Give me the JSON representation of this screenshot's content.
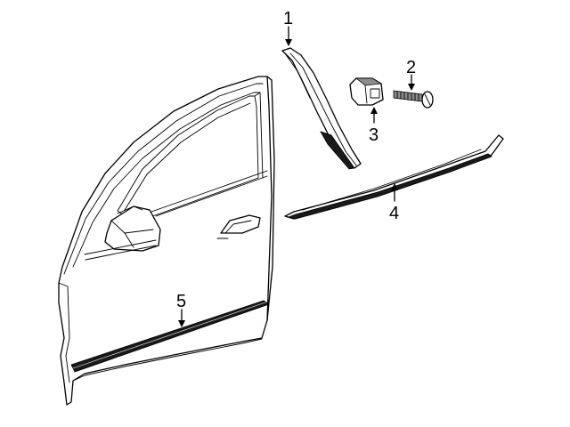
{
  "diagram": {
    "callouts": [
      {
        "id": "1",
        "label": "1"
      },
      {
        "id": "2",
        "label": "2"
      },
      {
        "id": "3",
        "label": "3"
      },
      {
        "id": "4",
        "label": "4"
      },
      {
        "id": "5",
        "label": "5"
      }
    ],
    "colors": {
      "stroke": "#000000",
      "background": "#ffffff",
      "molding_dark": "#1a1a1a",
      "fastener_shade": "#8c8c8c"
    }
  }
}
